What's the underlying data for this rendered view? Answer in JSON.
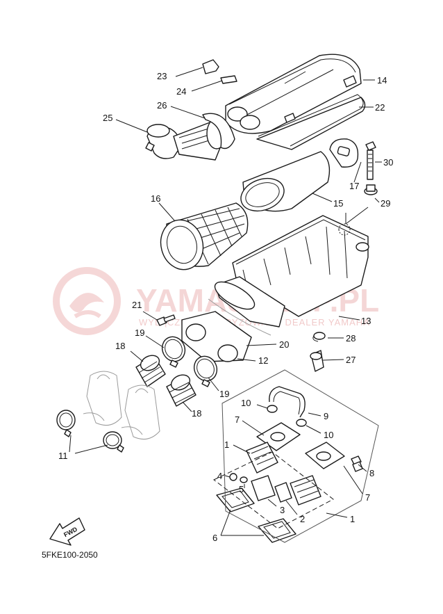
{
  "watermark": {
    "brand": "YAMASKLEP.PL",
    "tagline": "WYLĄCZNY AUTORYZOWANY DEALER YAMAHA",
    "color": "#e8a6a6"
  },
  "diagram_code": "5FKE100-2050",
  "fwd_label": "FWD",
  "callouts": {
    "c1a": "1",
    "c1b": "1",
    "c2": "2",
    "c3": "3",
    "c4": "4",
    "c5": "5",
    "c6": "6",
    "c7a": "7",
    "c7b": "7",
    "c8": "8",
    "c9": "9",
    "c10a": "10",
    "c10b": "10",
    "c11": "11",
    "c12": "12",
    "c13": "13",
    "c14": "14",
    "c15": "15",
    "c16": "16",
    "c17": "17",
    "c18a": "18",
    "c18b": "18",
    "c19a": "19",
    "c19b": "19",
    "c20": "20",
    "c21": "21",
    "c22": "22",
    "c23": "23",
    "c24": "24",
    "c25": "25",
    "c26": "26",
    "c27": "27",
    "c28": "28",
    "c29": "29",
    "c30": "30"
  }
}
